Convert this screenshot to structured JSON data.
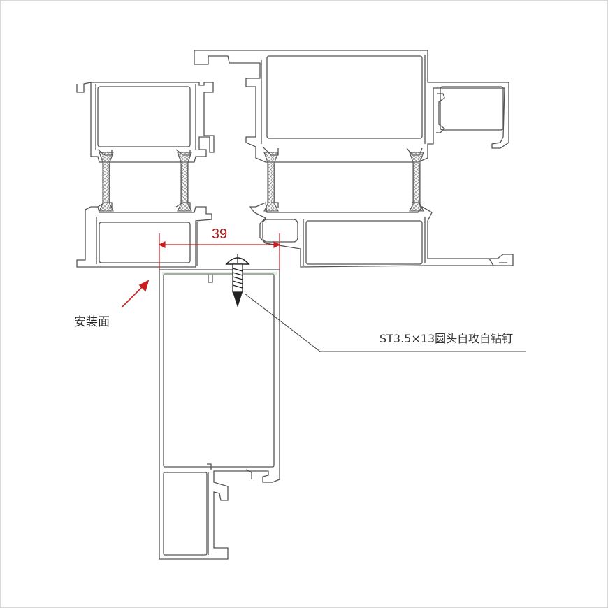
{
  "dimension": {
    "value": "39"
  },
  "labels": {
    "mounting_surface": "安装面",
    "screw_callout": "ST3.5×13圆头自攻自钻钉"
  },
  "colors": {
    "profile_line": "#555555",
    "dimension": "#c81e1e",
    "leader": "#444444",
    "thermal_break": "#777777"
  }
}
